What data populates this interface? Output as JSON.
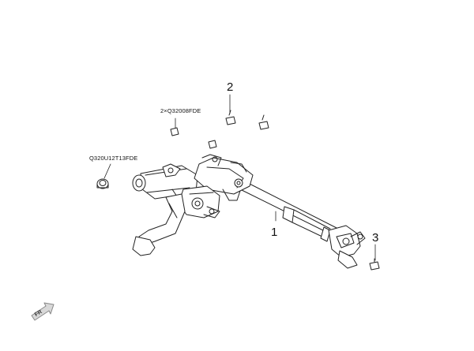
{
  "callouts": {
    "steering_column": "1",
    "column_bolts": "2",
    "joint_bolt": "3"
  },
  "part_codes": {
    "column_bolts_qty_code": "2×Q32008FDE",
    "column_nut_code": "Q320U12T13FDE"
  },
  "orientation": {
    "label": "FR",
    "icon": "front-direction-arrow-icon"
  }
}
